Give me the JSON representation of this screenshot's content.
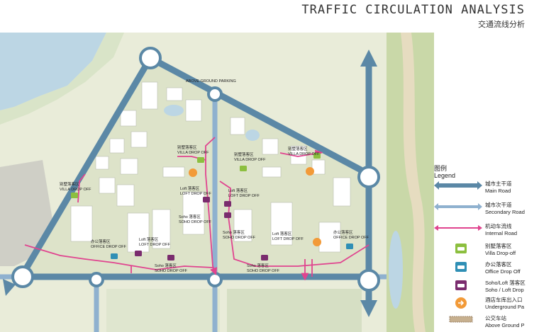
{
  "title": {
    "en": "TRAFFIC CIRCULATION ANALYSIS",
    "zh": "交通流线分析"
  },
  "map_labels": {
    "above_parking": "ABOVE GROUND PARKING",
    "villa_zh": "别墅落客区",
    "villa_en": "VILLA DROP OFF",
    "loft_zh": "Loft 落客区",
    "loft_en": "LOFT DROP OFF",
    "soho_zh": "Soho 落客区",
    "soho_en": "SOHO DROP OFF",
    "office_zh": "办公落客区",
    "office_en": "OFFICE DROP OFF"
  },
  "legend": {
    "title_zh": "图例",
    "title_en": "Legend",
    "items": [
      {
        "zh": "城市主干道",
        "en": "Main Road",
        "color": "#5b88a6"
      },
      {
        "zh": "城市次干道",
        "en": "Secondary Road",
        "color": "#8fb1cf"
      },
      {
        "zh": "机动车流线",
        "en": "Internal Road",
        "color": "#e0448f"
      },
      {
        "zh": "别墅落客区",
        "en": "Villa Drop-off",
        "color": "#8cbf3f"
      },
      {
        "zh": "办公落客区",
        "en": "Office Drop Off",
        "color": "#2f8fb5"
      },
      {
        "zh": "Soho/Loft 落客区",
        "en": "Soho / Loft Drop",
        "color": "#7a2c6e"
      },
      {
        "zh": "酒店车库出入口",
        "en": "Underground Pa",
        "color": "#f29a38"
      },
      {
        "zh": "公交车站",
        "en": "Above Ground P",
        "color": "#b89a7a"
      }
    ]
  }
}
